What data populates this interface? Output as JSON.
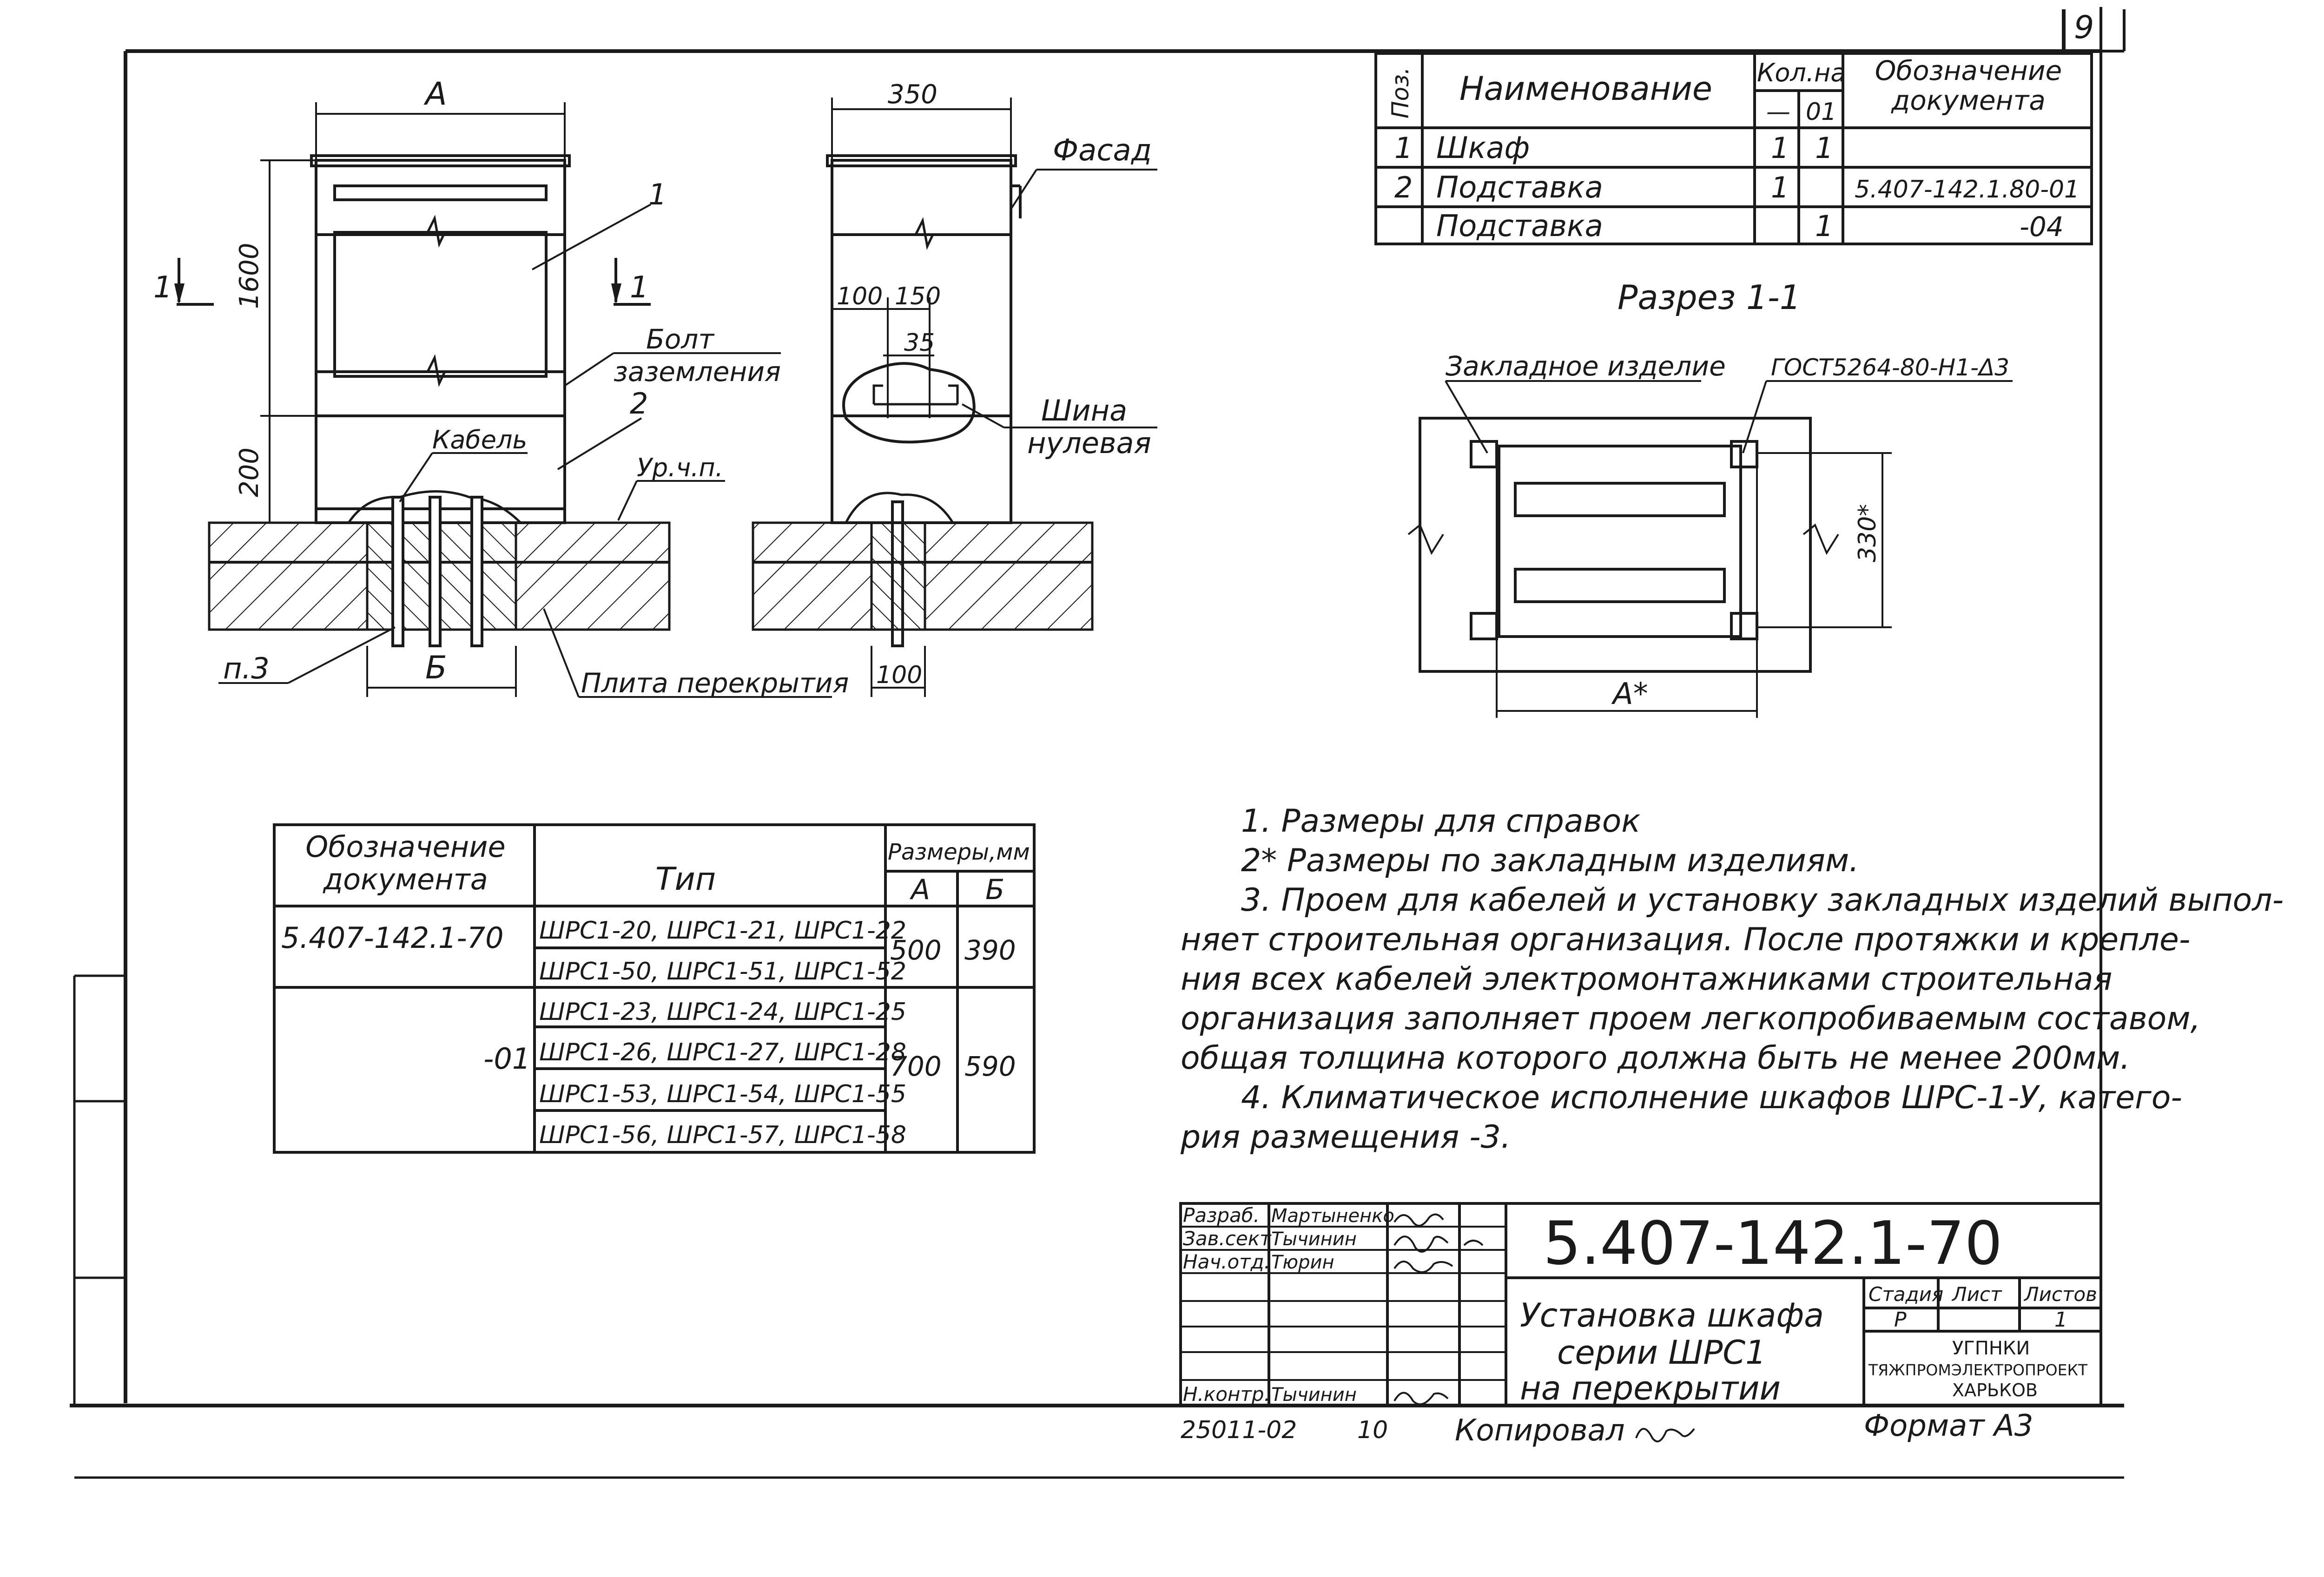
{
  "page": {
    "sheet_number": "9",
    "stamp_inventory": "25011-02",
    "stamp_sheet": "10",
    "copied": "Копировал",
    "format": "Формат А3"
  },
  "spec": {
    "headers": {
      "pos": "Поз.",
      "name": "Наименование",
      "qty": "Кол.на",
      "qty_a": "—",
      "qty_b": "01",
      "doc": "Обозначение документа"
    },
    "rows": [
      {
        "pos": "1",
        "name": "Шкаф",
        "qa": "1",
        "qb": "1",
        "doc": ""
      },
      {
        "pos": "2",
        "name": "Подставка",
        "qa": "1",
        "qb": "",
        "doc": "5.407-142.1.80-01"
      },
      {
        "pos": "",
        "name": "Подставка",
        "qa": "",
        "qb": "1",
        "doc": "-04"
      }
    ]
  },
  "drawing": {
    "front": {
      "dim_a": "А",
      "dim_b": "Б",
      "dim_1600": "1600",
      "dim_200": "200",
      "lbl_1": "1",
      "lbl_2": "2",
      "bolt1": "Болт",
      "bolt2": "заземления",
      "cable": "Кабель",
      "level": "Ур.ч.п.",
      "p3": "п.3",
      "slab": "Плита перекрытия",
      "sec1": "1",
      "sec2": "1"
    },
    "side": {
      "dim_350": "350",
      "facade": "Фасад",
      "dim_100": "100",
      "dim_150": "150",
      "dim_35": "35",
      "bus1": "Шина",
      "bus2": "нулевая",
      "dim_100b": "100"
    },
    "section": {
      "title": "Разрез 1-1",
      "embed": "Закладное изделие",
      "gost": "ГОСТ5264-80-Н1-Δ3",
      "dim_330": "330*",
      "dim_a": "А*"
    }
  },
  "sizes": {
    "headers": {
      "doc": "Обозначение документа",
      "type": "Тип",
      "dims": "Размеры,мм",
      "a": "А",
      "b": "Б"
    },
    "rows": [
      {
        "doc": "5.407-142.1-70",
        "types": [
          "ШРС1-20, ШРС1-21, ШРС1-22",
          "ШРС1-50, ШРС1-51, ШРС1-52"
        ],
        "a": "500",
        "b": "390"
      },
      {
        "doc": "-01",
        "types": [
          "ШРС1-23, ШРС1-24, ШРС1-25",
          "ШРС1-26, ШРС1-27, ШРС1-28",
          "ШРС1-53, ШРС1-54, ШРС1-55",
          "ШРС1-56, ШРС1-57, ШРС1-58"
        ],
        "a": "700",
        "b": "590"
      }
    ]
  },
  "notes": [
    "1. Размеры для справок",
    "2* Размеры по закладным изделиям.",
    "3. Проем для кабелей и установку закладных изделий выпол-",
    "няет строительная организация. После протяжки и крепле-",
    "ния всех кабелей электромонтажниками строительная",
    "организация заполняет проем легкопробиваемым составом,",
    "общая толщина которого должна быть не менее 200мм.",
    "4. Климатическое исполнение шкафов ШРС-1-У, катего-",
    "рия размещения -3."
  ],
  "titleblock": {
    "code": "5.407-142.1-70",
    "people": [
      {
        "role": "Разраб.",
        "name": "Мартыненко"
      },
      {
        "role": "Зав.сект",
        "name": "Тычинин"
      },
      {
        "role": "Нач.отд.",
        "name": "Тюрин"
      },
      {
        "role": "Н.контр.",
        "name": "Тычинин"
      }
    ],
    "title_lines": [
      "Установка шкафа",
      "серии ШРС1",
      "на перекрытии"
    ],
    "stage_h": "Стадия",
    "sheet_h": "Лист",
    "sheets_h": "Листов",
    "stage": "Р",
    "sheets": "1",
    "org": [
      "УГПНКИ",
      "ТЯЖПРОМЭЛЕКТРОПРОЕКТ",
      "ХАРЬКОВ"
    ]
  }
}
